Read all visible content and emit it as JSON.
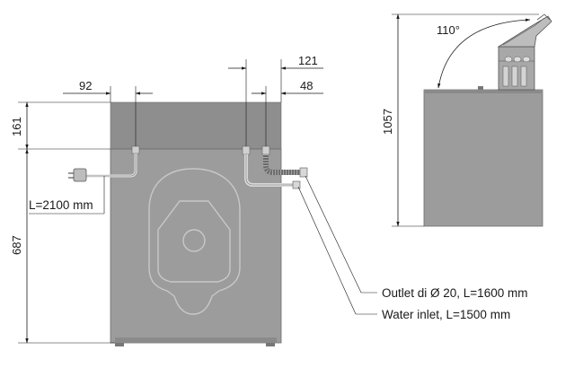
{
  "dimensions": {
    "width_left_offset": "92",
    "outlet_offset": "121",
    "inlet_offset": "48",
    "top_height": "161",
    "main_height": "687",
    "total_height": "1057",
    "lid_angle": "110°",
    "cable_length": "L=2100 mm"
  },
  "callouts": {
    "outlet": "Outlet di Ø 20, L=1600 mm",
    "inlet": "Water inlet, L=1500 mm"
  },
  "colors": {
    "cabinet": "#9c9c9c",
    "line": "#1a1a1a"
  }
}
